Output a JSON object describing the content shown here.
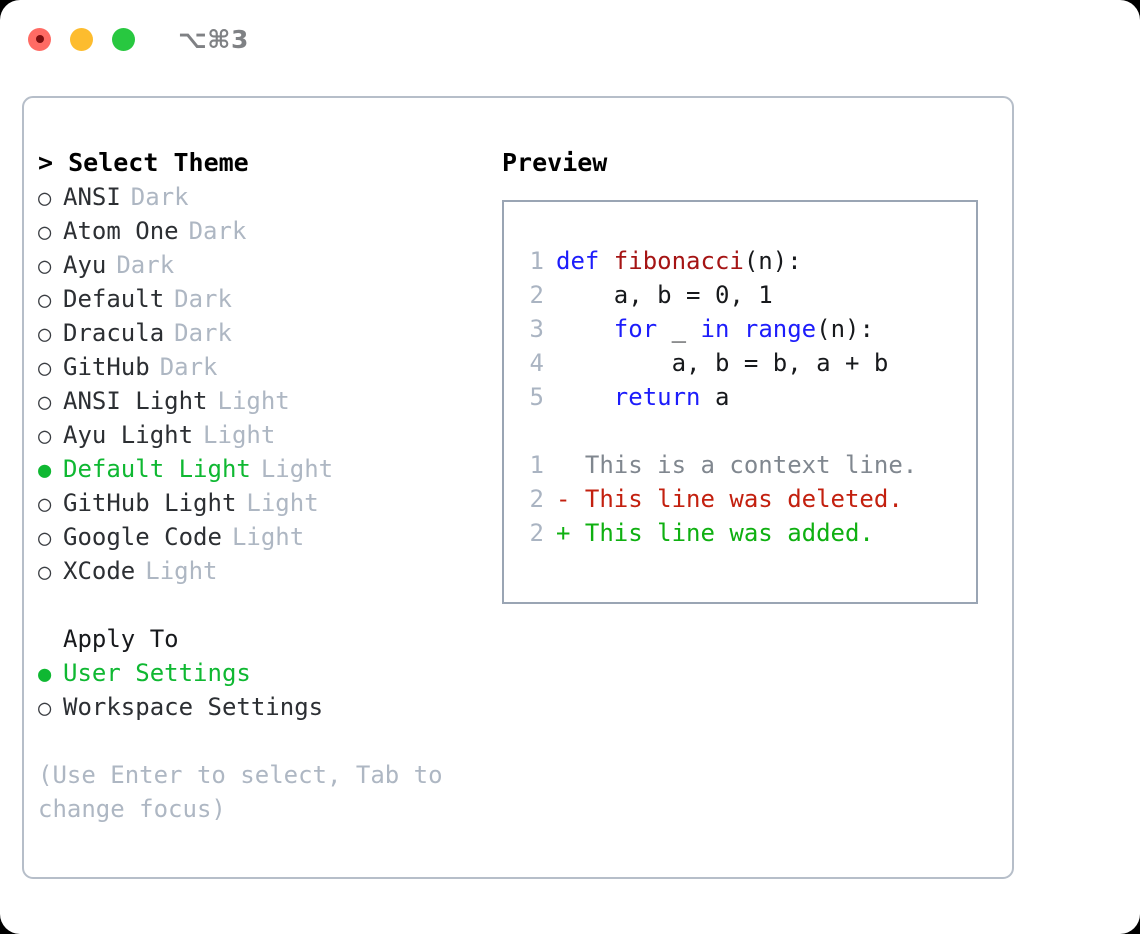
{
  "titlebar": {
    "shortcut": "⌥⌘3",
    "buttons": [
      {
        "name": "close",
        "color": "#ff6b64"
      },
      {
        "name": "minimize",
        "color": "#fdbc2e"
      },
      {
        "name": "maximize",
        "color": "#28c840"
      }
    ]
  },
  "theme_list": {
    "header": "> Select Theme",
    "items": [
      {
        "marker": "○",
        "name": "ANSI",
        "badge": "Dark",
        "selected": false
      },
      {
        "marker": "○",
        "name": "Atom One",
        "badge": "Dark",
        "selected": false
      },
      {
        "marker": "○",
        "name": "Ayu",
        "badge": "Dark",
        "selected": false
      },
      {
        "marker": "○",
        "name": "Default",
        "badge": "Dark",
        "selected": false
      },
      {
        "marker": "○",
        "name": "Dracula",
        "badge": "Dark",
        "selected": false
      },
      {
        "marker": "○",
        "name": "GitHub",
        "badge": "Dark",
        "selected": false
      },
      {
        "marker": "○",
        "name": "ANSI Light",
        "badge": "Light",
        "selected": false
      },
      {
        "marker": "○",
        "name": "Ayu Light",
        "badge": "Light",
        "selected": false
      },
      {
        "marker": "●",
        "name": "Default Light",
        "badge": "Light",
        "selected": true
      },
      {
        "marker": "○",
        "name": "GitHub Light",
        "badge": "Light",
        "selected": false
      },
      {
        "marker": "○",
        "name": "Google Code",
        "badge": "Light",
        "selected": false
      },
      {
        "marker": "○",
        "name": "XCode",
        "badge": "Light",
        "selected": false
      }
    ]
  },
  "apply_to": {
    "label": "Apply To",
    "items": [
      {
        "marker": "●",
        "name": "User Settings",
        "selected": true
      },
      {
        "marker": "○",
        "name": "Workspace Settings",
        "selected": false
      }
    ]
  },
  "hint": "(Use Enter to select, Tab to change focus)",
  "preview": {
    "title": "Preview",
    "code_lines": [
      {
        "no": "1",
        "tokens": [
          {
            "t": "def ",
            "c": "kw"
          },
          {
            "t": "fibonacci",
            "c": "fn"
          },
          {
            "t": "(n):",
            "c": "pl"
          }
        ]
      },
      {
        "no": "2",
        "tokens": [
          {
            "t": "    a, b = 0, 1",
            "c": "pl"
          }
        ]
      },
      {
        "no": "3",
        "tokens": [
          {
            "t": "    ",
            "c": "pl"
          },
          {
            "t": "for",
            "c": "kw"
          },
          {
            "t": " _ ",
            "c": "pl"
          },
          {
            "t": "in",
            "c": "kw"
          },
          {
            "t": " ",
            "c": "pl"
          },
          {
            "t": "range",
            "c": "kw"
          },
          {
            "t": "(n):",
            "c": "pl"
          }
        ]
      },
      {
        "no": "4",
        "tokens": [
          {
            "t": "        a, b = b, a + b",
            "c": "pl"
          }
        ]
      },
      {
        "no": "5",
        "tokens": [
          {
            "t": "    ",
            "c": "pl"
          },
          {
            "t": "return",
            "c": "kw"
          },
          {
            "t": " a",
            "c": "pl"
          }
        ]
      }
    ],
    "diff_lines": [
      {
        "no": "1",
        "text": "  This is a context line.",
        "kind": "d-ctx"
      },
      {
        "no": "2",
        "text": "- This line was deleted.",
        "kind": "d-del"
      },
      {
        "no": "2",
        "text": "+ This line was added.",
        "kind": "d-add"
      }
    ]
  },
  "colors": {
    "accent_green": "#0fb832",
    "muted": "#aeb7c3",
    "keyword_blue": "#1d1dfb",
    "function_red": "#a51414",
    "diff_delete": "#c3200f",
    "diff_add": "#0fb011",
    "panel_border": "#9aa5b4",
    "frame_border": "#b6bec9"
  }
}
